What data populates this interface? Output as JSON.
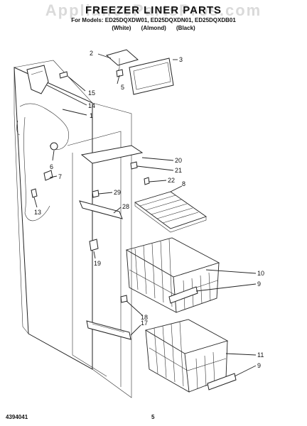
{
  "header": {
    "title": "FREEZER LINER PARTS",
    "models": "For Models: ED25DQXDW01, ED25DQXDN01, ED25DQXDB01",
    "colors": [
      "(White)",
      "(Almond)",
      "(Black)"
    ],
    "watermark": "AppliancePartsPros.com"
  },
  "callouts": {
    "c1": "1",
    "c2": "2",
    "c3": "3",
    "c5": "5",
    "c6": "6",
    "c7": "7",
    "c8": "8",
    "c9a": "9",
    "c9b": "9",
    "c10": "10",
    "c11": "11",
    "c13": "13",
    "c14": "14",
    "c15": "15",
    "c17": "17",
    "c18": "18",
    "c19": "19",
    "c20": "20",
    "c21": "21",
    "c22": "22",
    "c28": "28",
    "c29": "29"
  },
  "footer": {
    "doc_number": "4394041",
    "page_number": "5"
  }
}
